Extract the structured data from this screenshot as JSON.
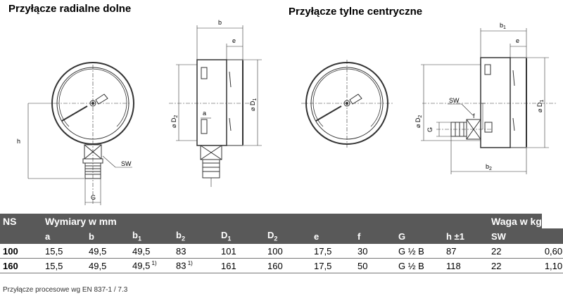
{
  "titles": {
    "radial": "Przyłącze radialne dolne",
    "rear": "Przyłącze tylne centryczne"
  },
  "drawing_labels": {
    "h": "h",
    "G": "G",
    "SW": "SW",
    "b": "b",
    "e": "e",
    "a": "a",
    "D1": "D",
    "D1_sub": "1",
    "D2": "D",
    "D2_sub": "2",
    "diam": "⌀",
    "b1": "b",
    "b1_sub": "1",
    "b2": "b",
    "b2_sub": "2",
    "f": "f"
  },
  "table": {
    "col_ns": "NS",
    "group_dims": "Wymiary w mm",
    "group_weight": "Waga w kg",
    "headers": [
      {
        "t": "a",
        "s": ""
      },
      {
        "t": "b",
        "s": ""
      },
      {
        "t": "b",
        "s": "1"
      },
      {
        "t": "b",
        "s": "2"
      },
      {
        "t": "D",
        "s": "1"
      },
      {
        "t": "D",
        "s": "2"
      },
      {
        "t": "e",
        "s": ""
      },
      {
        "t": "f",
        "s": ""
      },
      {
        "t": "G",
        "s": ""
      },
      {
        "t": "h ±1",
        "s": ""
      },
      {
        "t": "SW",
        "s": ""
      }
    ],
    "rows": [
      {
        "ns": "100",
        "a": "15,5",
        "b": "49,5",
        "b1": "49,5",
        "b1_note": "",
        "b2": "83",
        "b2_note": "",
        "D1": "101",
        "D2": "100",
        "e": "17,5",
        "f": "30",
        "G": "G ½ B",
        "h": "87",
        "SW": "22",
        "weight": "0,60"
      },
      {
        "ns": "160",
        "a": "15,5",
        "b": "49,5",
        "b1": "49,5",
        "b1_note": "1)",
        "b2": "83",
        "b2_note": "1)",
        "D1": "161",
        "D2": "160",
        "e": "17,5",
        "f": "50",
        "G": "G ½ B",
        "h": "118",
        "SW": "22",
        "weight": "1,10"
      }
    ]
  },
  "footnote": "Przyłącze procesowe wg EN 837-1 / 7.3"
}
